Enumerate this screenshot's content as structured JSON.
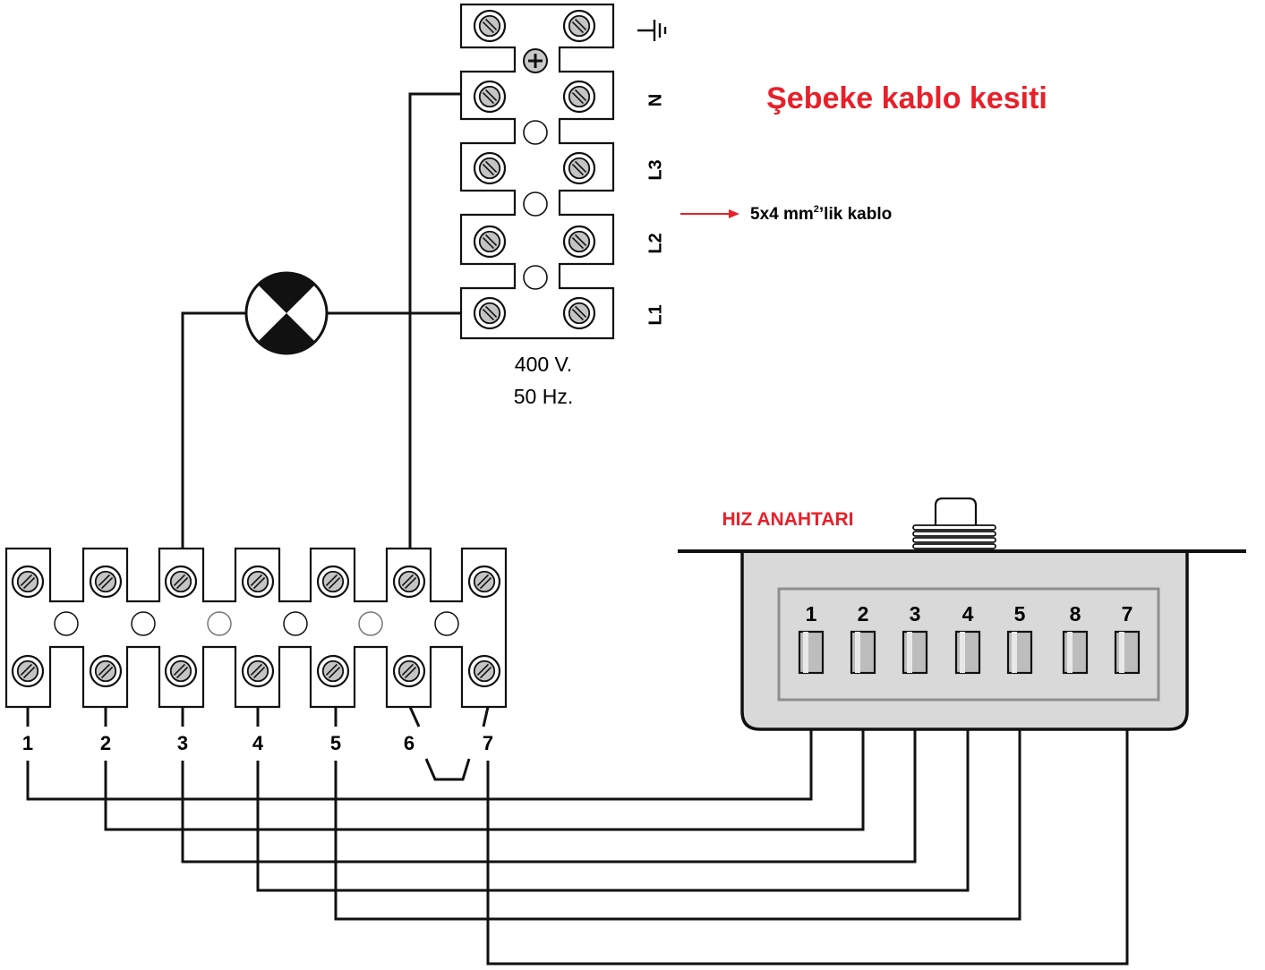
{
  "title": "Şebeke kablo kesiti",
  "cable_note": {
    "prefix": "5x4 mm",
    "superscript": "2",
    "suffix": "’lik kablo"
  },
  "supply": {
    "voltage": "400 V.",
    "frequency": "50 Hz.",
    "terminals": [
      "N",
      "L3",
      "L2",
      "L1"
    ],
    "ground_symbol": "earth-ground-icon"
  },
  "switch": {
    "label": "HIZ ANAHTARI",
    "pins": [
      "1",
      "2",
      "3",
      "4",
      "5",
      "8",
      "7"
    ]
  },
  "terminal_block": {
    "labels": [
      "1",
      "2",
      "3",
      "4",
      "5",
      "6",
      "7"
    ]
  },
  "colors": {
    "accent_red": "#e8202a",
    "wire": "#111111",
    "switch_body": "#d9d9da",
    "switch_frame": "#8e8e8e"
  }
}
